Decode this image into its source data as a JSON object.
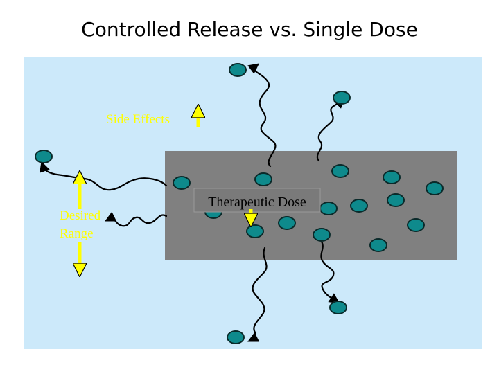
{
  "slide": {
    "title": "Controlled Release vs. Single Dose"
  },
  "diagram": {
    "labels": {
      "side_effects": "Side Effects",
      "desired_range_line1": "Desired",
      "desired_range_line2": "Range",
      "therapeutic_dose": "Therapeutic Dose"
    },
    "colors": {
      "background_panel": "#cce9fa",
      "therapeutic_zone": "#808080",
      "particle_fill": "#0e8a8c",
      "particle_stroke": "#0a2a2a",
      "arrow_yellow": "#ffff00",
      "label_yellow": "#ffff00",
      "trail": "#000000"
    }
  }
}
